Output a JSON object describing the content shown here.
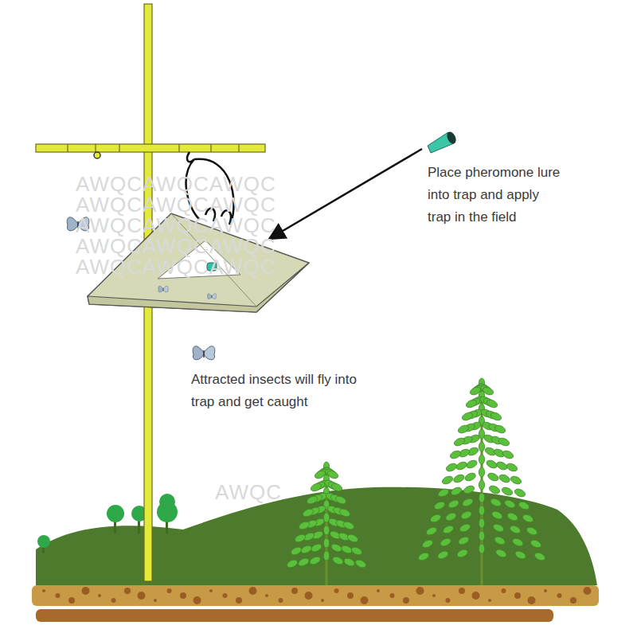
{
  "diagram": {
    "labels": [
      "Place pheromone lure into trap and apply trap in the field",
      "Attracted insects will fly into trap and get caught",
      "AWQCAWQCAWQC",
      "AWQCAWQCAWQC",
      "AWQCAWQCAWQC",
      "AWQCAWQCAWQC",
      "AWQCAWQCAWQC",
      "AWQC"
    ]
  }
}
